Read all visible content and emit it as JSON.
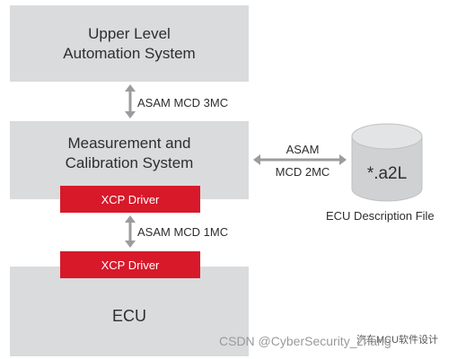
{
  "boxes": {
    "upper": {
      "line1": "Upper Level",
      "line2": "Automation System"
    },
    "mcs": {
      "line1": "Measurement and",
      "line2": "Calibration System"
    },
    "ecu": {
      "label": "ECU"
    }
  },
  "drivers": {
    "top": "XCP Driver",
    "bottom": "XCP Driver"
  },
  "connections": {
    "mcd3": "ASAM MCD 3MC",
    "mcd1": "ASAM MCD 1MC",
    "mcd2_line1": "ASAM",
    "mcd2_line2": "MCD 2MC"
  },
  "database": {
    "label": "*.a2L",
    "caption": "ECU Description File"
  },
  "watermark": {
    "text": "CSDN @CyberSecurity_zhang",
    "overlay": "汽车MCU软件设计"
  },
  "colors": {
    "box": "#d9dbdc",
    "driver": "#d7192a",
    "arrow": "#9c9c9c",
    "cylinder": "#cfd1d2"
  }
}
